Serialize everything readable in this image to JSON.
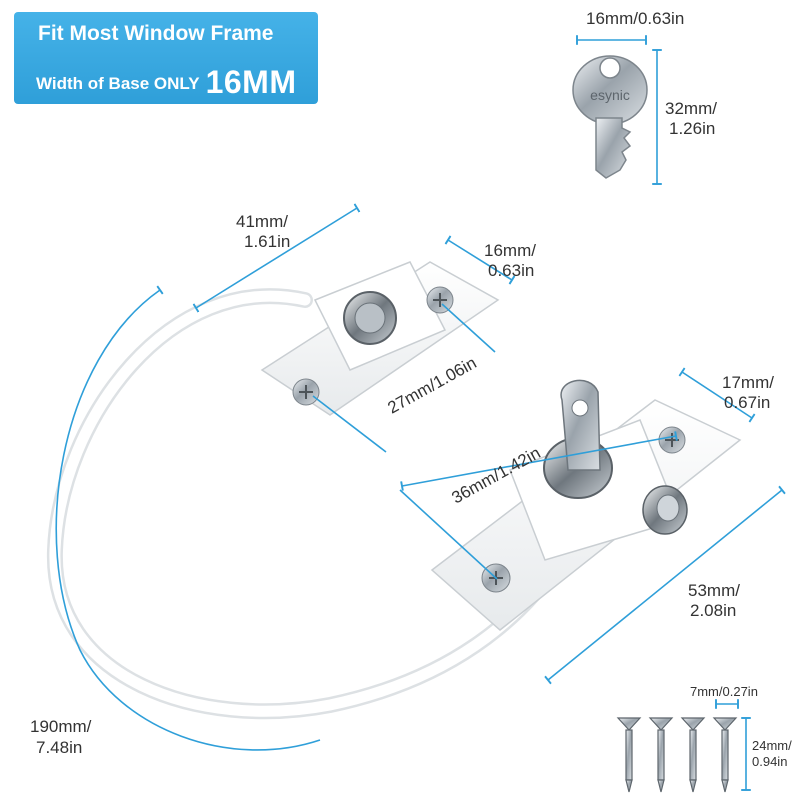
{
  "banner": {
    "title": "Fit Most Window Frame",
    "subtitle": "Width of Base ONLY",
    "highlight": "16MM",
    "color": "#2f9fd9"
  },
  "key": {
    "brand": "esynic",
    "width_label": "16mm/0.63in",
    "height_label_mm": "32mm/",
    "height_label_in": "1.26in"
  },
  "dimensions": {
    "top_base_length_mm": "41mm/",
    "top_base_length_in": "1.61in",
    "top_base_width_mm": "16mm/",
    "top_base_width_in": "0.63in",
    "top_hole_spacing": "27mm/1.06in",
    "lock_hole_spacing": "36mm/1.42in",
    "lock_base_width_mm": "17mm/",
    "lock_base_width_in": "0.67in",
    "lock_base_length_mm": "53mm/",
    "lock_base_length_in": "2.08in",
    "cable_length_mm": "190mm/",
    "cable_length_in": "7.48in",
    "screw_width": "7mm/0.27in",
    "screw_length_mm": "24mm/",
    "screw_length_in": "0.94in"
  },
  "colors": {
    "dimension_line": "#2f9fd9",
    "body": "#ffffff",
    "metal": "#9aa3ab"
  }
}
